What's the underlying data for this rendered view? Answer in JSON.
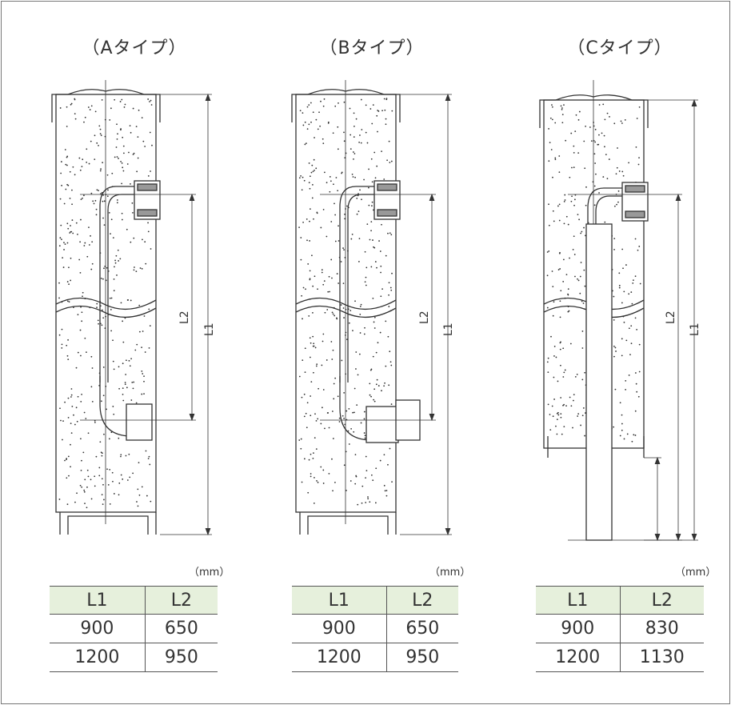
{
  "panels": [
    {
      "title": "（Aタイプ）",
      "unit": "（mm）",
      "headers": [
        "L1",
        "L2"
      ],
      "rows": [
        [
          "900",
          "650"
        ],
        [
          "1200",
          "950"
        ]
      ]
    },
    {
      "title": "（Bタイプ）",
      "unit": "（mm）",
      "headers": [
        "L1",
        "L2"
      ],
      "rows": [
        [
          "900",
          "650"
        ],
        [
          "1200",
          "950"
        ]
      ]
    },
    {
      "title": "（Cタイプ）",
      "unit": "（mm）",
      "headers": [
        "L1",
        "L2"
      ],
      "rows": [
        [
          "900",
          "830"
        ],
        [
          "1200",
          "1130"
        ]
      ]
    }
  ],
  "dimensions": {
    "l1": "L1",
    "l2": "L2"
  },
  "colors": {
    "table_header": "#e6f0dc",
    "line": "#333333"
  }
}
